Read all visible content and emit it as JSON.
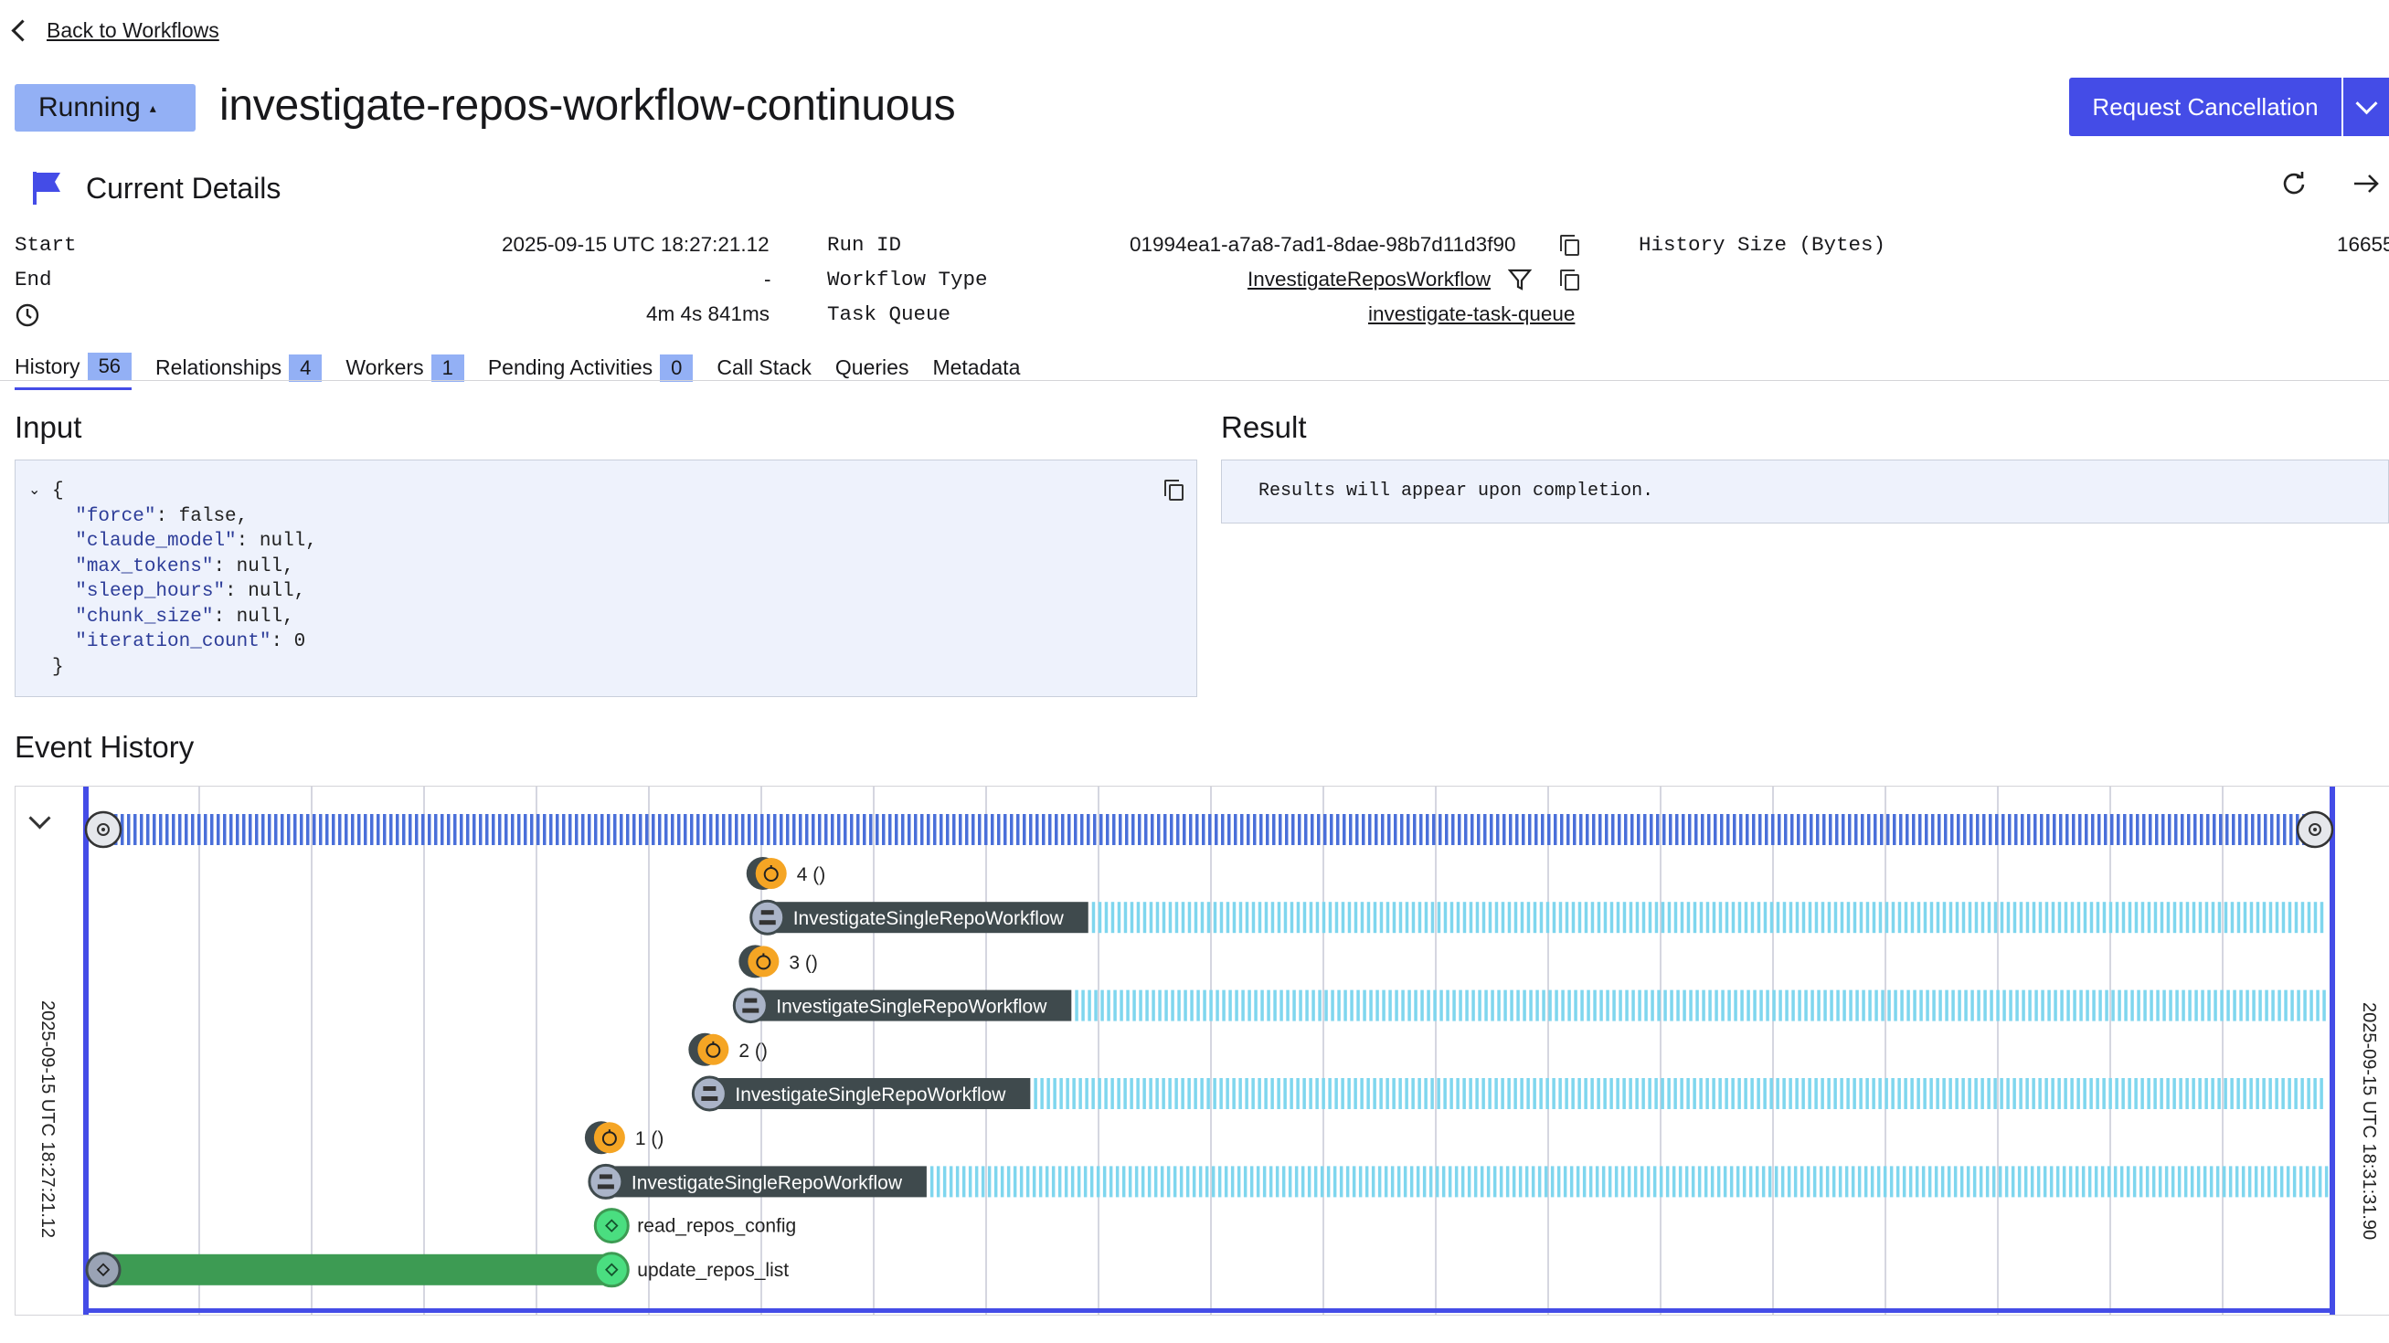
{
  "header": {
    "back_label": "Back to Workflows",
    "status_label": "Running",
    "status_caret": "▴",
    "workflow_id": "investigate-repos-workflow-continuous",
    "cancel_label": "Request Cancellation"
  },
  "details": {
    "title": "Current Details",
    "start_label": "Start",
    "start_value": "2025-09-15 UTC 18:27:21.12",
    "end_label": "End",
    "end_value": "-",
    "duration_value": "4m 4s 841ms",
    "run_id_label": "Run ID",
    "run_id_value": "01994ea1-a7a8-7ad1-8dae-98b7d11d3f90",
    "workflow_type_label": "Workflow Type",
    "workflow_type_value": "InvestigateReposWorkflow",
    "task_queue_label": "Task Queue",
    "task_queue_value": "investigate-task-queue",
    "history_size_label": "History Size (Bytes)",
    "history_size_value": "16655"
  },
  "tabs": [
    {
      "label": "History",
      "count": "56"
    },
    {
      "label": "Relationships",
      "count": "4"
    },
    {
      "label": "Workers",
      "count": "1"
    },
    {
      "label": "Pending Activities",
      "count": "0"
    },
    {
      "label": "Call Stack"
    },
    {
      "label": "Queries"
    },
    {
      "label": "Metadata"
    }
  ],
  "input": {
    "title": "Input",
    "lines": [
      {
        "key": "\"force\"",
        "value": ": false,"
      },
      {
        "key": "\"claude_model\"",
        "value": ": null,"
      },
      {
        "key": "\"max_tokens\"",
        "value": ": null,"
      },
      {
        "key": "\"sleep_hours\"",
        "value": ": null,"
      },
      {
        "key": "\"chunk_size\"",
        "value": ": null,"
      },
      {
        "key": "\"iteration_count\"",
        "value": ": 0"
      }
    ],
    "open_brace": "{",
    "close_brace": "}"
  },
  "result": {
    "title": "Result",
    "placeholder": "Results will appear upon completion."
  },
  "event_history": {
    "title": "Event History",
    "start_time_label": "2025-09-15 UTC 18:27:21.12",
    "end_time_label": "2025-09-15 UTC 18:31:31.90",
    "events": [
      {
        "kind": "timer",
        "label": "4 ()",
        "start": 0.2959,
        "end": null
      },
      {
        "kind": "child",
        "label": "InvestigateSingleRepoWorkflow",
        "start": 0.2959,
        "end": null
      },
      {
        "kind": "timer",
        "label": "3 ()",
        "start": 0.2925,
        "end": null
      },
      {
        "kind": "child",
        "label": "InvestigateSingleRepoWorkflow",
        "start": 0.2884,
        "end": null
      },
      {
        "kind": "timer",
        "label": "2 ()",
        "start": 0.2701,
        "end": null
      },
      {
        "kind": "child",
        "label": "InvestigateSingleRepoWorkflow",
        "start": 0.2701,
        "end": null
      },
      {
        "kind": "timer",
        "label": "1 ()",
        "start": 0.2239,
        "end": null
      },
      {
        "kind": "child",
        "label": "InvestigateSingleRepoWorkflow",
        "start": 0.2239,
        "end": null
      },
      {
        "kind": "activity",
        "label": "read_repos_config",
        "start": 0.2265,
        "end": 0.2265
      },
      {
        "kind": "activity",
        "label": "update_repos_list",
        "start": 0.0,
        "end": 0.2265
      }
    ]
  },
  "colors": {
    "accent": "#444ce7",
    "status_bg": "#93b0f5",
    "timer": "#f5a524",
    "child": "#3f4a4d",
    "child_pending": "#7fd6ee",
    "activity": "#3d9b53",
    "activity_dot": "#4ade80"
  }
}
